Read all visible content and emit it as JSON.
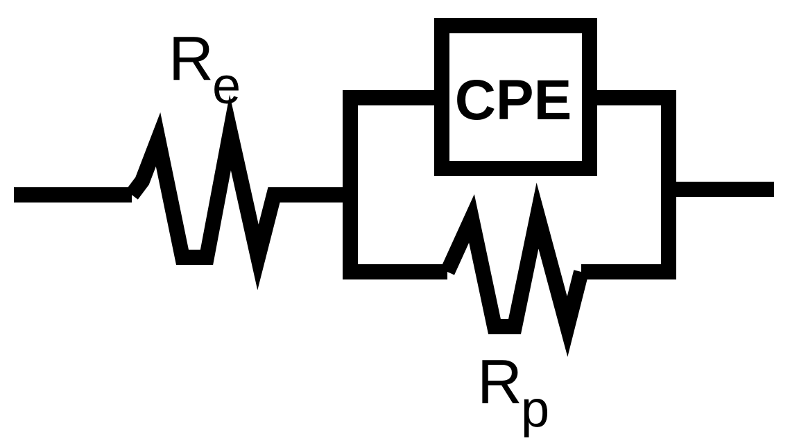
{
  "diagram": {
    "type": "equivalent-circuit",
    "components": {
      "series_resistor": {
        "symbol": "R",
        "subscript": "e"
      },
      "parallel_resistor": {
        "symbol": "R",
        "subscript": "p"
      },
      "constant_phase_element": {
        "label": "CPE"
      }
    }
  },
  "colors": {
    "stroke": "#000000",
    "background": "#ffffff"
  }
}
